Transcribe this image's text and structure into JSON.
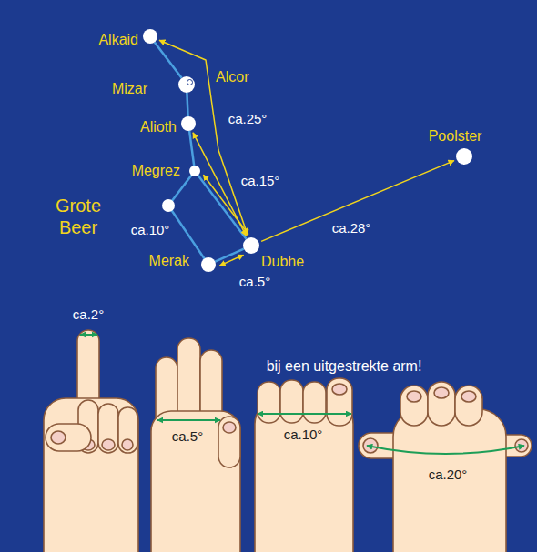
{
  "diagram": {
    "nodes": [
      {
        "text": [
          "Alkaid"
        ]
      },
      {
        "text": [
          "Alcor"
        ]
      },
      {
        "text": [
          "Mizar"
        ]
      },
      {
        "text": [
          "Alioth"
        ]
      },
      {
        "text": [
          "Poolster"
        ]
      },
      {
        "text": [
          "Megrez"
        ]
      },
      {
        "text": [
          "Dubhe"
        ]
      },
      {
        "text": [
          "Merak"
        ]
      }
    ],
    "edges": [
      {
        "from": 0,
        "to": 2,
        "arrow": "none"
      },
      {
        "from": 2,
        "to": 3,
        "arrow": "none"
      },
      {
        "from": 3,
        "to": 5,
        "arrow": "none"
      },
      {
        "from": 5,
        "to": 6,
        "arrow": "none"
      },
      {
        "from": 6,
        "to": 7,
        "arrow": "none"
      },
      {
        "from": 6,
        "to": 0,
        "label": "ca.25°",
        "arrow": "both"
      },
      {
        "from": 6,
        "to": 3,
        "label": "ca.15°",
        "arrow": "both"
      },
      {
        "from": 6,
        "to": 5,
        "label": "ca.10°",
        "arrow": "both"
      },
      {
        "from": 6,
        "to": 7,
        "label": "ca.5°",
        "arrow": "both"
      },
      {
        "from": 6,
        "to": 4,
        "label": "ca.28°",
        "arrow": "to"
      }
    ],
    "labels": [
      "Grote Beer",
      "ca.2°",
      "bij een uitgestrekte arm!",
      "ca.5°",
      "ca.10°",
      "ca.20°"
    ]
  }
}
